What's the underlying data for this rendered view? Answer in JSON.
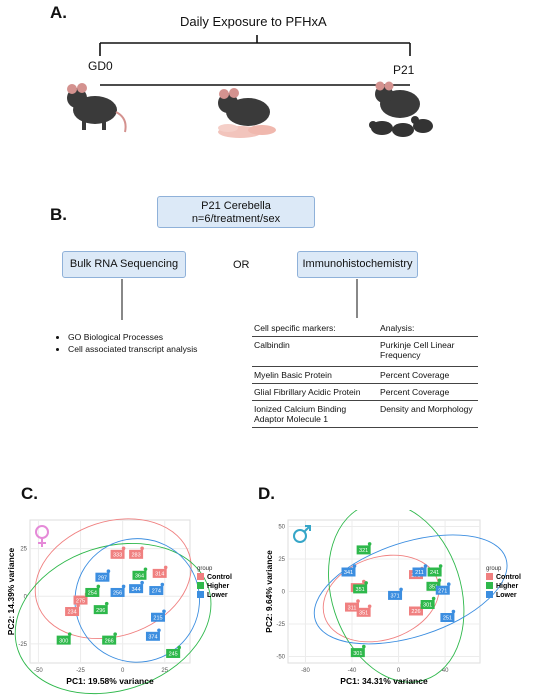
{
  "panelA": {
    "letter": "A.",
    "title": "Daily Exposure to PFHxA",
    "start": "GD0",
    "end": "P21"
  },
  "panelB": {
    "letter": "B.",
    "top_box": [
      "P21 Cerebella",
      "n=6/treatment/sex"
    ],
    "left_box": "Bulk RNA Sequencing",
    "or": "OR",
    "right_box": "Immunohistochemistry",
    "bullets": [
      "GO Biological Processes",
      "Cell associated transcript analysis"
    ],
    "table_headers": [
      "Cell specific markers:",
      "Analysis:"
    ],
    "table_rows": [
      [
        "Calbindin",
        "Purkinje Cell Linear Frequency"
      ],
      [
        "Myelin Basic Protein",
        "Percent Coverage"
      ],
      [
        "Glial Fibrillary Acidic Protein",
        "Percent Coverage"
      ],
      [
        "Ionized Calcium Binding Adaptor Molecule 1",
        "Density and Morphology"
      ]
    ]
  },
  "panelC": {
    "letter": "C."
  },
  "panelD": {
    "letter": "D."
  },
  "colors": {
    "Control": "#f08080",
    "Higher": "#2eb84b",
    "Lower": "#3c8ee0",
    "box": "#dce9f7"
  },
  "chart_data": [
    {
      "type": "scatter",
      "panel": "C",
      "xlabel": "PC1: 19.58% variance",
      "ylabel": "PC2: 14.39% variance",
      "xticks": [
        -50,
        -25,
        0,
        25
      ],
      "yticks": [
        -25,
        0,
        25
      ],
      "xlim": [
        -55,
        40
      ],
      "ylim": [
        -35,
        40
      ],
      "legend_title": "group",
      "legend_position": "right",
      "series": [
        {
          "name": "Control",
          "points": [
            {
              "label": "333",
              "x": -3,
              "y": 22
            },
            {
              "label": "283",
              "x": 8,
              "y": 22
            },
            {
              "label": "314",
              "x": 22,
              "y": 12
            },
            {
              "label": "275",
              "x": -25,
              "y": -2
            },
            {
              "label": "234",
              "x": -30,
              "y": -8
            }
          ]
        },
        {
          "name": "Higher",
          "points": [
            {
              "label": "364",
              "x": 10,
              "y": 11
            },
            {
              "label": "254",
              "x": -18,
              "y": 2
            },
            {
              "label": "296",
              "x": -13,
              "y": -7
            },
            {
              "label": "300",
              "x": -35,
              "y": -23
            },
            {
              "label": "266",
              "x": -8,
              "y": -23
            },
            {
              "label": "245",
              "x": 30,
              "y": -30
            }
          ]
        },
        {
          "name": "Lower",
          "points": [
            {
              "label": "297",
              "x": -12,
              "y": 10
            },
            {
              "label": "256",
              "x": -3,
              "y": 2
            },
            {
              "label": "344",
              "x": 8,
              "y": 4
            },
            {
              "label": "274",
              "x": 20,
              "y": 3
            },
            {
              "label": "215",
              "x": 21,
              "y": -11
            },
            {
              "label": "374",
              "x": 18,
              "y": -21
            }
          ]
        }
      ]
    },
    {
      "type": "scatter",
      "panel": "D",
      "xlabel": "PC1: 34.31% variance",
      "ylabel": "PC2: 9.64% variance",
      "xticks": [
        -80,
        -40,
        0,
        40
      ],
      "yticks": [
        -50,
        -25,
        0,
        25,
        50
      ],
      "xlim": [
        -95,
        70
      ],
      "ylim": [
        -55,
        55
      ],
      "legend_title": "group",
      "legend_position": "right",
      "series": [
        {
          "name": "Control",
          "points": [
            {
              "label": "273",
              "x": 15,
              "y": 13
            },
            {
              "label": "257",
              "x": -35,
              "y": 3
            },
            {
              "label": "311",
              "x": -40,
              "y": -12
            },
            {
              "label": "351",
              "x": -30,
              "y": -16
            },
            {
              "label": "226",
              "x": 15,
              "y": -15
            }
          ]
        },
        {
          "name": "Higher",
          "points": [
            {
              "label": "321",
              "x": -30,
              "y": 32
            },
            {
              "label": "351",
              "x": -33,
              "y": 2
            },
            {
              "label": "241",
              "x": 31,
              "y": 15
            },
            {
              "label": "351",
              "x": 30,
              "y": 4
            },
            {
              "label": "301",
              "x": 25,
              "y": -10
            },
            {
              "label": "301",
              "x": -35,
              "y": -47
            }
          ]
        },
        {
          "name": "Lower",
          "points": [
            {
              "label": "341",
              "x": -43,
              "y": 15
            },
            {
              "label": "211",
              "x": 18,
              "y": 15
            },
            {
              "label": "371",
              "x": -3,
              "y": -3
            },
            {
              "label": "271",
              "x": 38,
              "y": 1
            },
            {
              "label": "251",
              "x": 42,
              "y": -20
            }
          ]
        }
      ]
    }
  ]
}
